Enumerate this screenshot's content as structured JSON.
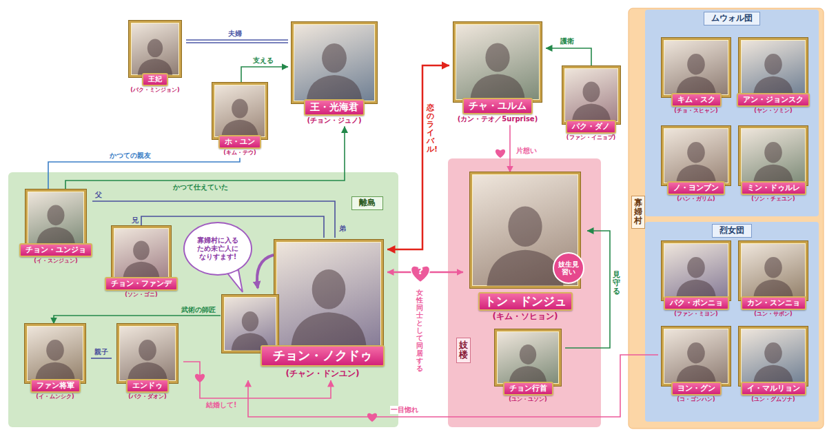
{
  "diagram": {
    "nodes": [
      {
        "text": [
          "王妃",
          "(パク・ミンジョン)"
        ]
      },
      {
        "text": [
          "王・光海君",
          "(チョン・ジュノ)"
        ]
      },
      {
        "text": [
          "ホ・ユン",
          "(キム・テウ)"
        ]
      },
      {
        "text": [
          "チャ・ユルム",
          "(カン・テオ／5urprise)"
        ]
      },
      {
        "text": [
          "パク・ダノ",
          "(ファン・イニョプ)"
        ]
      },
      {
        "text": [
          "寡婦村"
        ]
      },
      {
        "text": [
          "ムウォル団"
        ],
        "in": 5
      },
      {
        "text": [
          "キム・スク",
          "(チョ・スヒャン)"
        ],
        "in": 6
      },
      {
        "text": [
          "アン・ジョンスク",
          "(ヤン・ソミン)"
        ],
        "in": 6
      },
      {
        "text": [
          "ノ・ヨンブン",
          "(ハン・ガリム)"
        ],
        "in": 6
      },
      {
        "text": [
          "ミン・ドゥルレ",
          "(ソン・チェユン)"
        ],
        "in": 6
      },
      {
        "text": [
          "烈女団"
        ],
        "in": 5
      },
      {
        "text": [
          "パク・ボンニョ",
          "(ファン・ミヨン)"
        ],
        "in": 11
      },
      {
        "text": [
          "カン・スンニョ",
          "(ユン・サボン)"
        ],
        "in": 11
      },
      {
        "text": [
          "ヨン・グン",
          "(コ・ゴンハン)"
        ],
        "in": 11
      },
      {
        "text": [
          "イ・マルリョン",
          "(ユン・グムソナ)"
        ],
        "in": 11
      },
      {
        "text": [
          "離島"
        ]
      },
      {
        "text": [
          "チョン・ユンジョ",
          "(イ・スンジュン)"
        ],
        "in": 16
      },
      {
        "text": [
          "チョン・ファンデ",
          "(ソン・ゴニ)"
        ],
        "in": 16
      },
      {
        "text": [
          "チョン・ノクドゥ",
          "(チャン・ドンユン)"
        ],
        "in": 16
      },
      {
        "text": [
          "ファン将軍",
          "(イ・ムンシク)"
        ],
        "in": 16
      },
      {
        "text": [
          "エンドゥ",
          "(パク・ダオン)"
        ],
        "in": 16
      },
      {
        "text": [
          "妓楼"
        ]
      },
      {
        "text": [
          "トン・ドンジュ",
          "(キム・ソヒョン)",
          "妓生見習い"
        ],
        "in": 22
      },
      {
        "text": [
          "チョン行首",
          "(ユン・ユソン)"
        ],
        "in": 22
      }
    ],
    "edges": [
      {
        "from": 0,
        "to": 1,
        "label": "夫婦",
        "arrow": "none"
      },
      {
        "from": 2,
        "to": 1,
        "label": "支える",
        "arrow": "to"
      },
      {
        "from": 4,
        "to": 3,
        "label": "護衛",
        "arrow": "to"
      },
      {
        "from": 3,
        "to": 23,
        "label": "片想い",
        "arrow": "to"
      },
      {
        "from": 19,
        "to": 3,
        "label": "恋のライバル!",
        "arrow": "both"
      },
      {
        "from": 19,
        "to": 23,
        "label": "女性同士として同居する",
        "arrow": "both"
      },
      {
        "from": 24,
        "to": 23,
        "label": "見守る",
        "arrow": "to"
      },
      {
        "from": 17,
        "to": 2,
        "label": "かつての親友",
        "arrow": "none"
      },
      {
        "from": 17,
        "to": 1,
        "label": "かつて仕えていた",
        "arrow": "to"
      },
      {
        "from": 17,
        "to": 19,
        "label": "父",
        "arrow": "none"
      },
      {
        "from": 18,
        "to": 19,
        "label": "兄",
        "arrow": "none"
      },
      {
        "from": 19,
        "to": 20,
        "label": "武術の師匠",
        "arrow": "to"
      },
      {
        "from": 20,
        "to": 21,
        "label": "親子",
        "arrow": "none"
      },
      {
        "from": 21,
        "to": 19,
        "label": "結婚して!",
        "arrow": "to"
      },
      {
        "from": 14,
        "to": 19,
        "label": "一目惚れ",
        "arrow": "to"
      }
    ],
    "labels": [
      "寡婦村に入るため未亡人になりすます!",
      "弟",
      "?"
    ]
  }
}
